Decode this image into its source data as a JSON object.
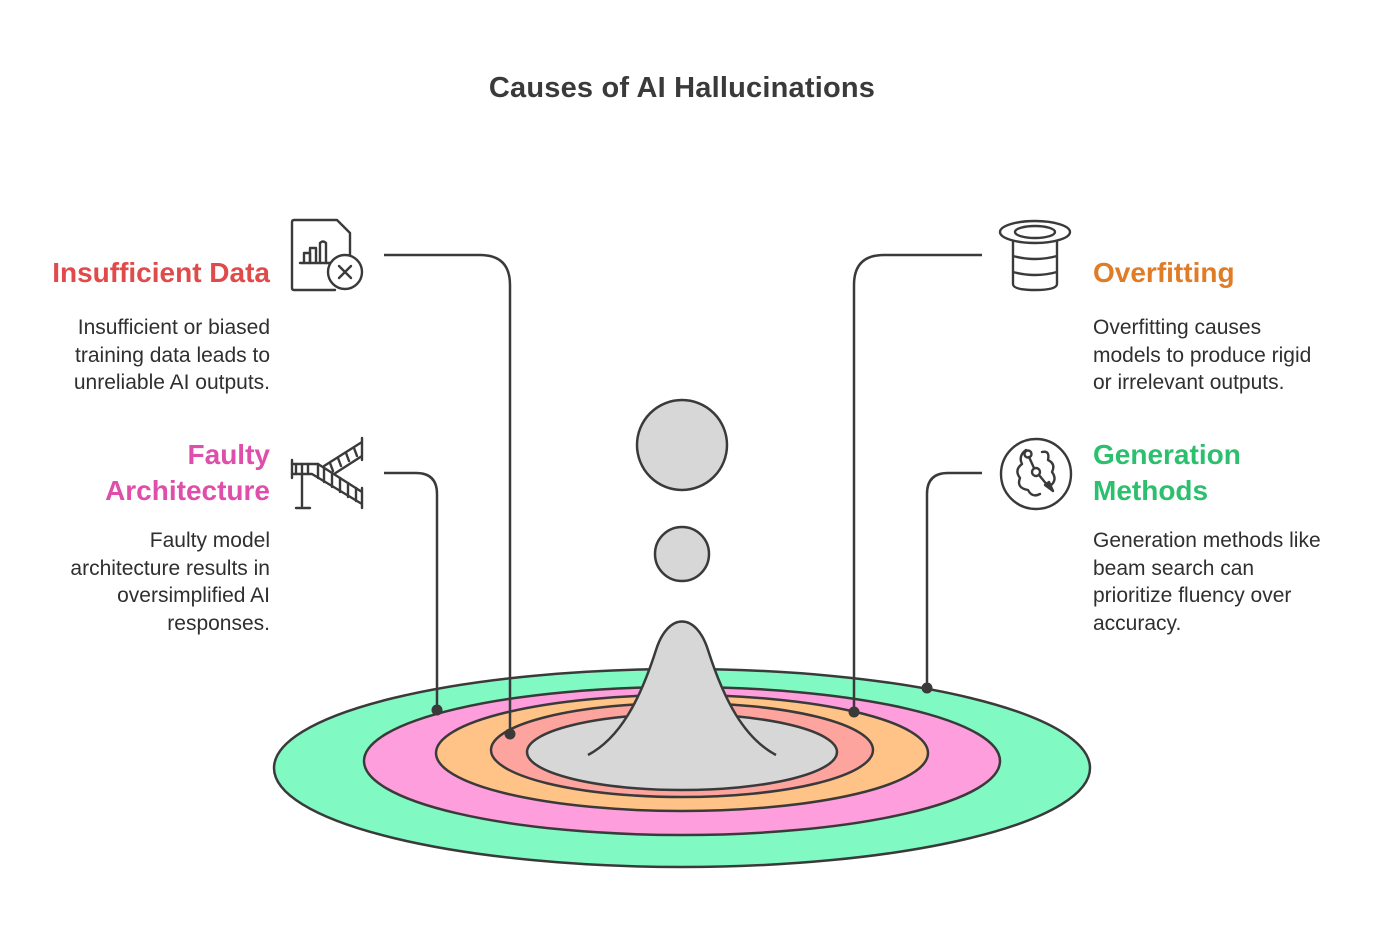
{
  "title": "Causes of AI Hallucinations",
  "colors": {
    "insufficient_data": "#e04a4a",
    "faulty_architecture": "#de4eaa",
    "overfitting": "#e07b26",
    "generation_methods": "#2bbf6e",
    "ring_green": "#80f9c3",
    "ring_pink": "#fe9edc",
    "ring_orange": "#ffc387",
    "ring_salmon": "#fea49e",
    "center_gray": "#d7d7d7",
    "stroke": "#3a3a3a"
  },
  "causes": [
    {
      "id": "insufficient_data",
      "title": "Insufficient Data",
      "description_lines": [
        "Insufficient or biased",
        "training data leads to",
        "unreliable AI outputs."
      ],
      "icon": "document-chart-error-icon",
      "side": "left"
    },
    {
      "id": "faulty_architecture",
      "title_lines": [
        "Faulty",
        "Architecture"
      ],
      "description_lines": [
        "Faulty model",
        "architecture results in",
        "oversimplified AI",
        "responses."
      ],
      "icon": "staircase-icon",
      "side": "left"
    },
    {
      "id": "overfitting",
      "title": "Overfitting",
      "description_lines": [
        "Overfitting causes",
        "models to produce rigid",
        "or irrelevant outputs."
      ],
      "icon": "top-hat-cylinder-icon",
      "side": "right"
    },
    {
      "id": "generation_methods",
      "title_lines": [
        "Generation",
        "Methods"
      ],
      "description_lines": [
        "Generation methods like",
        "beam search can",
        "prioritize fluency over",
        "accuracy."
      ],
      "icon": "path-search-icon",
      "side": "right"
    }
  ]
}
